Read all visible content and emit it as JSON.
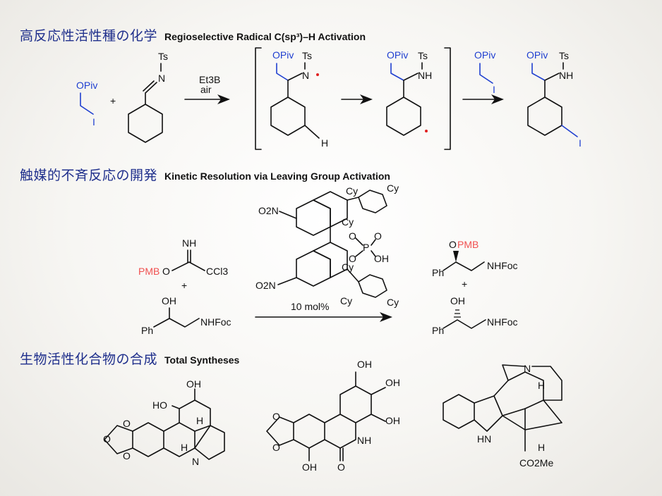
{
  "sections": [
    {
      "title_ja": "高反応性活性種の化学",
      "title_en": "Regioselective Radical C(sp³)–H Activation"
    },
    {
      "title_ja": "触媒的不斉反応の開発",
      "title_en": "Kinetic Resolution via Leaving Group Activation"
    },
    {
      "title_ja": "生物活性化合物の合成",
      "title_en": "Total Syntheses"
    }
  ],
  "labels": {
    "opiv": "OPiv",
    "i": "I",
    "plus": "+",
    "ts": "Ts",
    "n": "N",
    "nh": "NH",
    "h": "H",
    "reagent1": "Et3B",
    "reagent2": "air",
    "pmb": "PMB",
    "o": "O",
    "ccl3": "CCl3",
    "oh": "OH",
    "ph": "Ph",
    "nhfoc": "NHFoc",
    "cy": "Cy",
    "no2": "O2N",
    "p": "P",
    "catalyst_loading": "10 mol%",
    "co2me": "CO2Me",
    "hn": "HN",
    "ho": "HO",
    "n_ring": "N"
  },
  "colors": {
    "heading": "#1f2f8c",
    "blue_atoms": "#1f3fd0",
    "pmb": "#f05050",
    "radical": "#e02020"
  }
}
